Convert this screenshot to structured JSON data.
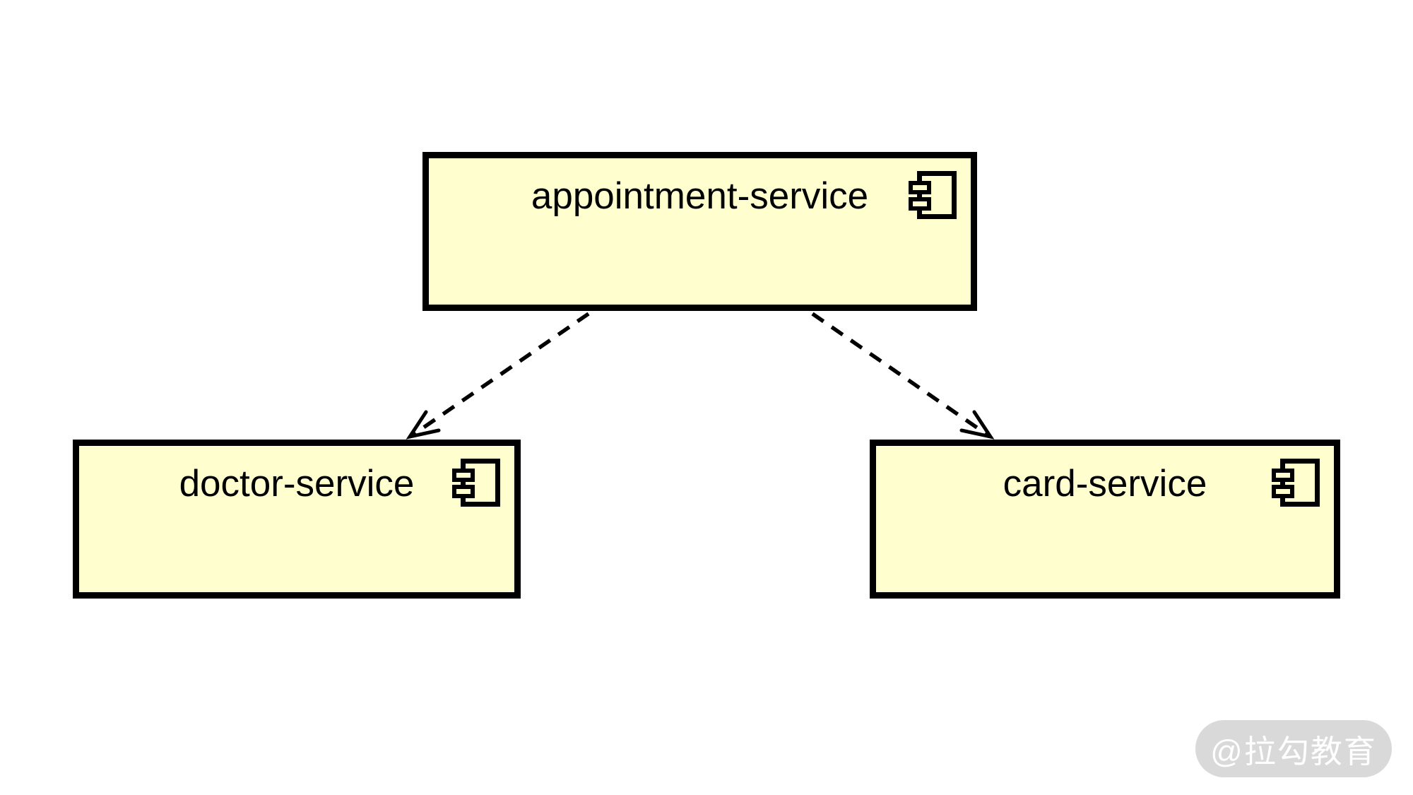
{
  "diagram": {
    "type": "uml-component-diagram",
    "components": [
      {
        "id": "appointment",
        "label": "appointment-service",
        "icon": "component-icon"
      },
      {
        "id": "doctor",
        "label": "doctor-service",
        "icon": "component-icon"
      },
      {
        "id": "card",
        "label": "card-service",
        "icon": "component-icon"
      }
    ],
    "edges": [
      {
        "from": "appointment-service",
        "to": "doctor-service",
        "style": "dashed",
        "arrowhead": "open"
      },
      {
        "from": "appointment-service",
        "to": "card-service",
        "style": "dashed",
        "arrowhead": "open"
      }
    ],
    "colors": {
      "background": "#ffffff",
      "component_fill": "#FEFECE",
      "component_border": "#000000",
      "text": "#000000",
      "edge": "#000000",
      "watermark_bg": "#D9D9D9",
      "watermark_text": "#FFFFFF"
    },
    "watermark": {
      "text": "@拉勾教育"
    }
  }
}
